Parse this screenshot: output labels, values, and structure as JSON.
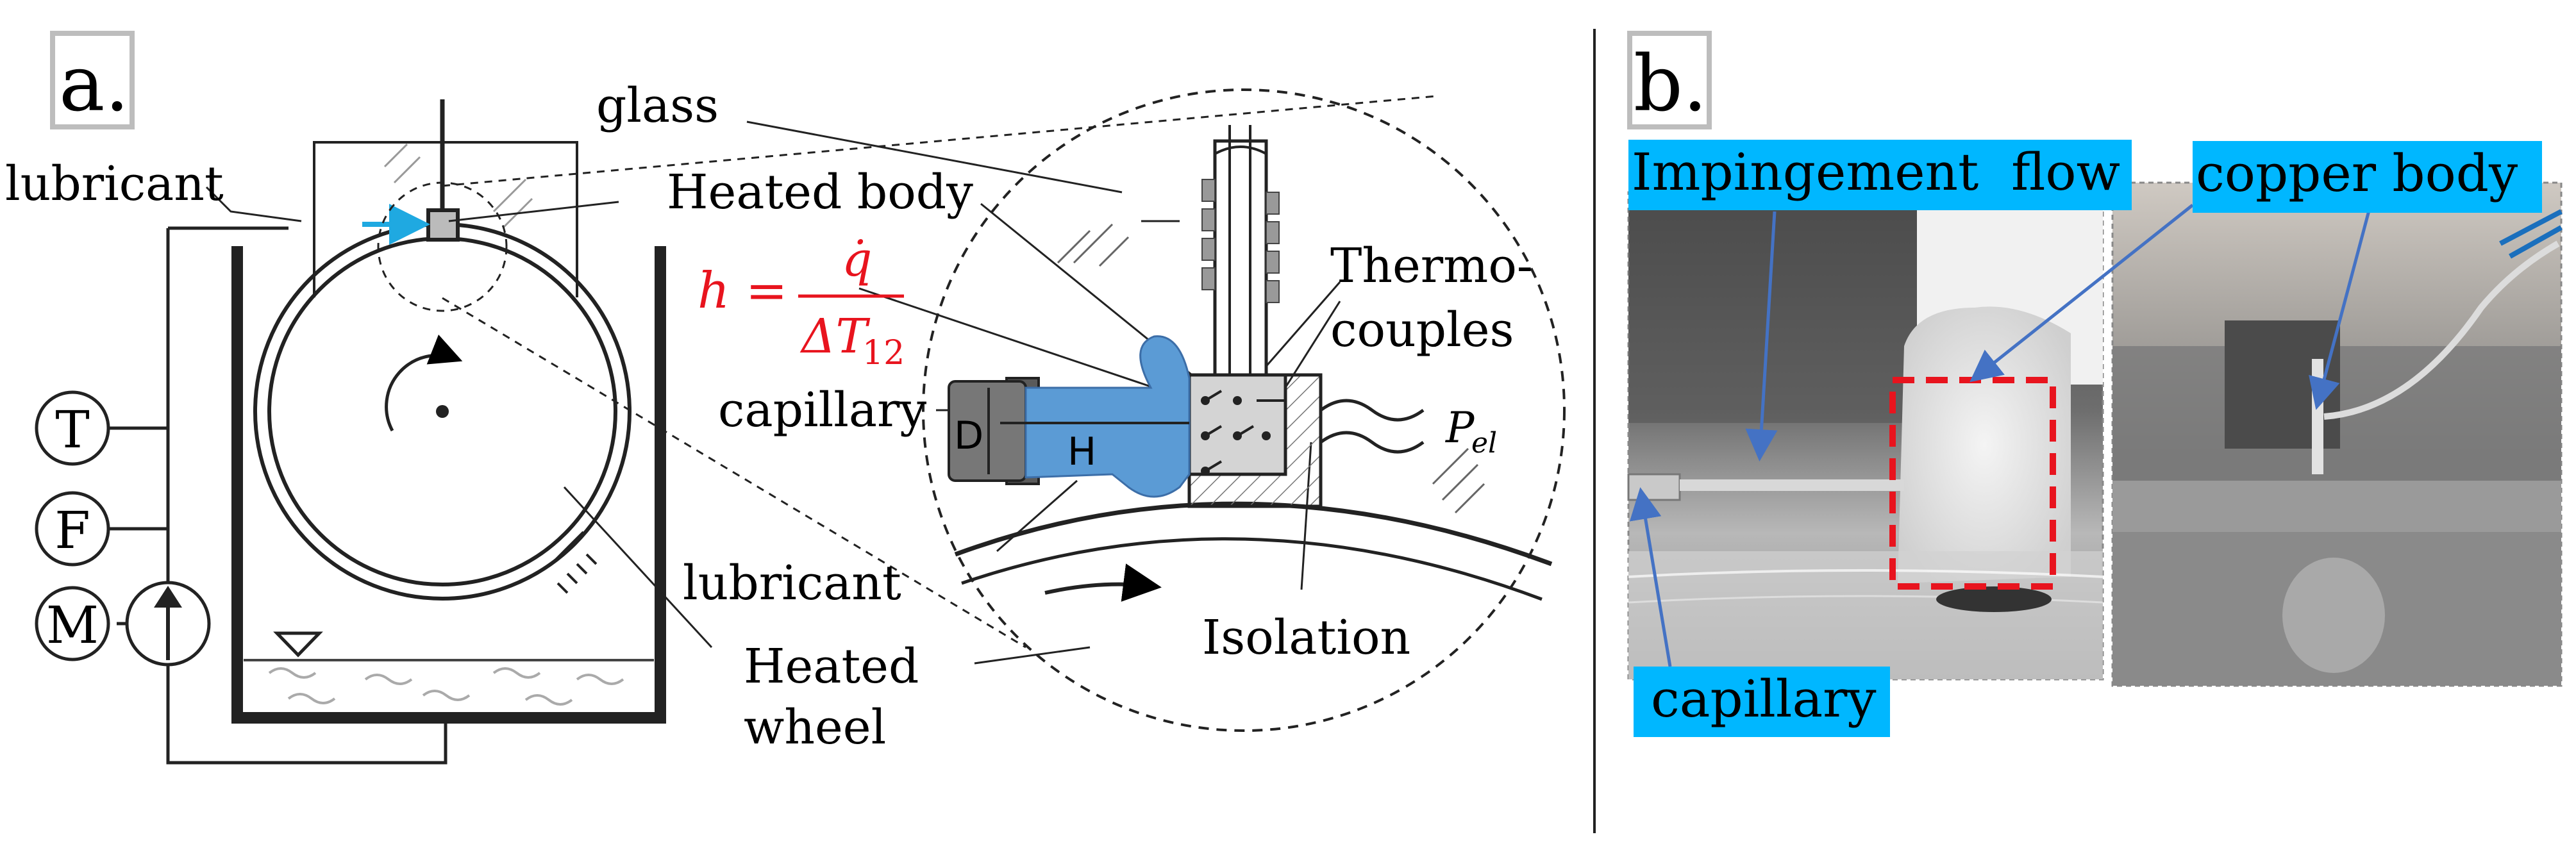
{
  "panel_a": {
    "label": "a.",
    "labels": {
      "glass": "glass",
      "lubricant_top": "lubricant",
      "heated_body": "Heated body",
      "formula_h": "h =",
      "formula_num": "q̇",
      "formula_den": "ΔT",
      "formula_den_sub": "12",
      "thermo_1": "Thermo-",
      "thermo_2": "couples",
      "capillary": "capillary",
      "dim_d": "D",
      "dim_h": "H",
      "power": "P",
      "power_sub": "el",
      "lubricant_bottom": "lubricant",
      "isolation": "Isolation",
      "heated_1": "Heated",
      "heated_2": "wheel",
      "gauge_t": "T",
      "gauge_f": "F",
      "gauge_m": "M"
    }
  },
  "panel_b": {
    "label": "b.",
    "labels": {
      "impingement": "Impingement  flow",
      "copper": "copper body",
      "capillary": "capillary"
    }
  },
  "colors": {
    "lubricant_blue": "#5b9bd5",
    "flow_arrow": "#1fa9e1",
    "formula_red": "#e8141e",
    "label_bg": "#00b7ff",
    "marker_red": "#e8141e",
    "pointer_blue": "#4472c4"
  }
}
